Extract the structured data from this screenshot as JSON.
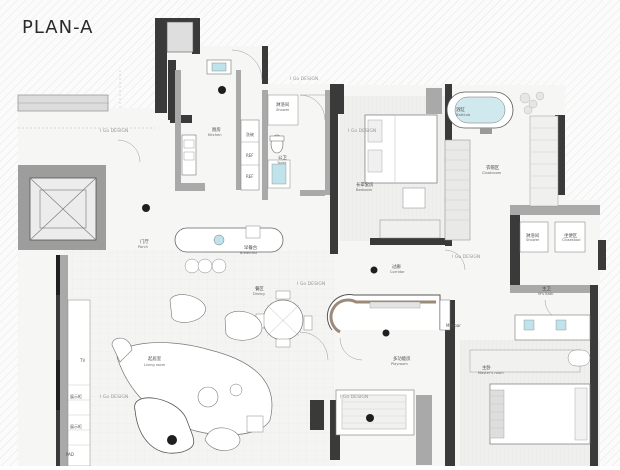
{
  "plan": {
    "title": "PLAN-A"
  },
  "watermark": "I Go DESIGN",
  "rooms": {
    "kitchen": {
      "cn": "厨房",
      "en": "Kitchen"
    },
    "toilet": {
      "cn": "公卫",
      "en": "Toilet"
    },
    "shower_pub": {
      "cn": "淋浴间",
      "en": "Shower"
    },
    "bedroom": {
      "cn": "长辈套房",
      "en": "Bedroom"
    },
    "bathtub": {
      "cn": "浴缸",
      "en": "Bathtub"
    },
    "cloakroom": {
      "cn": "衣帽区",
      "en": "Cloakroom"
    },
    "corridor": {
      "cn": "过廊",
      "en": "Corridor"
    },
    "shower_m": {
      "cn": "淋浴间",
      "en": "Shower"
    },
    "closet": {
      "cn": "坐便区",
      "en": "Closestool"
    },
    "master_bath": {
      "cn": "主卫",
      "en": "M's Bath"
    },
    "dining": {
      "cn": "餐区",
      "en": "Dining"
    },
    "breakfast": {
      "cn": "早餐台",
      "en": "Breakfast"
    },
    "porch": {
      "cn": "门厅",
      "en": "Porch"
    },
    "living": {
      "cn": "起居室",
      "en": "Living room"
    },
    "playroom": {
      "cn": "多功能房",
      "en": "Playroom"
    },
    "master_room": {
      "cn": "主卧",
      "en": "Master's room"
    },
    "minibar": {
      "en": "Minibar"
    }
  },
  "fixtures": {
    "dishwasher": "洗碗",
    "ref1": "REF",
    "ref2": "REF",
    "tv": "TV",
    "cab1": "展示柜",
    "cab2": "展示柜",
    "pad": "PAD"
  }
}
